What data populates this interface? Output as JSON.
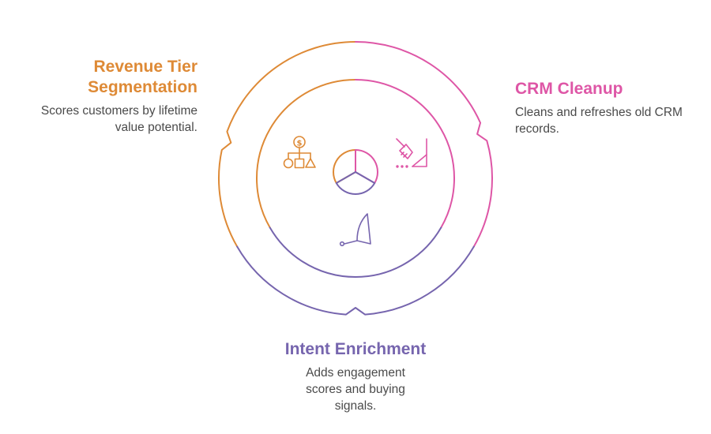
{
  "colors": {
    "revenue": "#DE8A36",
    "crm": "#DE56A6",
    "intent": "#7665AE"
  },
  "segments": [
    {
      "key": "revenue",
      "title": "Revenue Tier Segmentation",
      "description": "Scores customers by lifetime value potential.",
      "icon": "money-hierarchy-icon"
    },
    {
      "key": "crm",
      "title": "CRM Cleanup",
      "description": "Cleans and refreshes old CRM records.",
      "icon": "broom-icon"
    },
    {
      "key": "intent",
      "title": "Intent Enrichment",
      "description": "Adds engagement scores and buying signals.",
      "icon": "satellite-dish-icon"
    }
  ],
  "center_icon": "pie-chart-icon"
}
